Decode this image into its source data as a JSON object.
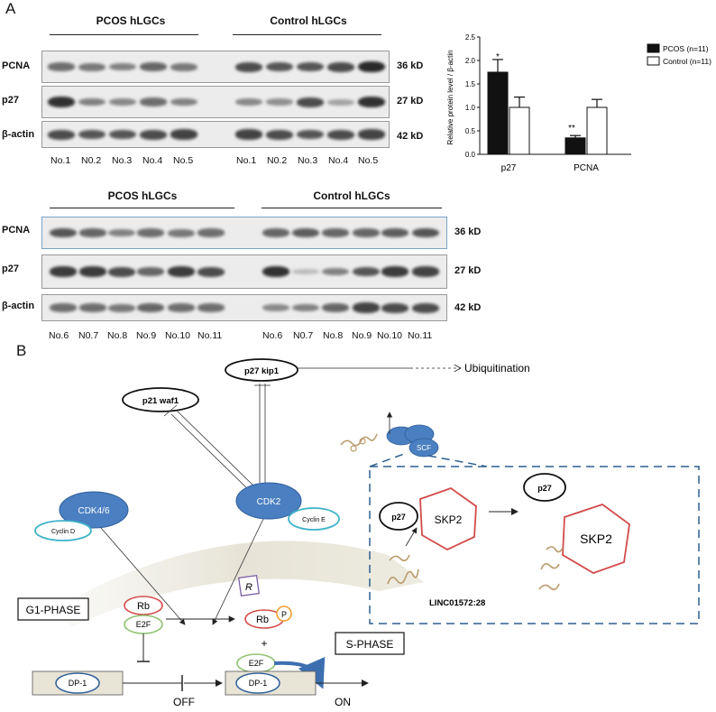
{
  "panel_a": {
    "label": "A",
    "blot_top": {
      "group_left": "PCOS hLGCs",
      "group_right": "Control hLGCs",
      "rows": [
        {
          "protein": "PCNA",
          "kd": "36 kD"
        },
        {
          "protein": "p27",
          "kd": "27 kD"
        },
        {
          "protein": "β-actin",
          "kd": "42 kD"
        }
      ],
      "lanes_left": [
        "No.1",
        "N0.2",
        "No.3",
        "No.4",
        "No.5"
      ],
      "lanes_right": [
        "No.1",
        "N0.2",
        "No.3",
        "No.4",
        "No.5"
      ],
      "band_levels": {
        "PCNA": [
          0.55,
          0.5,
          0.45,
          0.6,
          0.5,
          0.75,
          0.7,
          0.7,
          0.75,
          0.95
        ],
        "p27": [
          0.9,
          0.45,
          0.4,
          0.55,
          0.45,
          0.4,
          0.35,
          0.75,
          0.25,
          0.9
        ],
        "β-actin": [
          0.75,
          0.7,
          0.7,
          0.75,
          0.8,
          0.8,
          0.75,
          0.7,
          0.75,
          0.8
        ]
      }
    },
    "blot_bottom": {
      "group_left": "PCOS hLGCs",
      "group_right": "Control hLGCs",
      "rows": [
        {
          "protein": "PCNA",
          "kd": "36 kD"
        },
        {
          "protein": "p27",
          "kd": "27 kD"
        },
        {
          "protein": "β-actin",
          "kd": "42 kD"
        }
      ],
      "lanes_left": [
        "No.6",
        "N0.7",
        "No.8",
        "No.9",
        "No.10",
        "No.11"
      ],
      "lanes_right": [
        "No.6",
        "N0.7",
        "No.8",
        "No.9",
        "No.10",
        "No.11"
      ],
      "band_levels": {
        "PCNA": [
          0.7,
          0.6,
          0.45,
          0.55,
          0.5,
          0.55,
          0.6,
          0.65,
          0.6,
          0.6,
          0.65,
          0.7
        ],
        "p27": [
          0.85,
          0.85,
          0.75,
          0.6,
          0.85,
          0.75,
          0.9,
          0.1,
          0.45,
          0.7,
          0.85,
          0.8
        ],
        "β-actin": [
          0.55,
          0.55,
          0.5,
          0.6,
          0.55,
          0.55,
          0.4,
          0.45,
          0.6,
          0.8,
          0.75,
          0.75
        ]
      }
    }
  },
  "chart_data": {
    "type": "bar",
    "categories": [
      "p27",
      "PCNA"
    ],
    "series": [
      {
        "name": "PCOS (n=11)",
        "values": [
          1.75,
          0.35
        ],
        "errors": [
          0.27,
          0.05
        ],
        "color": "#111111"
      },
      {
        "name": "Control (n=11)",
        "values": [
          1.0,
          1.0
        ],
        "errors": [
          0.22,
          0.17
        ],
        "color": "#ffffff"
      }
    ],
    "annotations": [
      "*",
      "**"
    ],
    "ylabel": "Relative protein level / β-actin",
    "ylim": [
      0,
      2.5
    ],
    "yticks": [
      "0.0",
      "0.5",
      "1.0",
      "1.5",
      "2.0",
      "2.5"
    ],
    "legend_position": "right"
  },
  "panel_b": {
    "label": "B",
    "nodes": {
      "p27kip1": "p27 kip1",
      "p21waf1": "p21 waf1",
      "ubiquitination": "Ubiquitination",
      "scf": "SCF",
      "cdk46": "CDK4/6",
      "cyclin_d": "Cyclin D",
      "cdk2": "CDK2",
      "cyclin_e": "Cyclin E",
      "r_box": "R",
      "p27_a": "p27",
      "skp2_a": "SKP2",
      "p27_b": "p27",
      "skp2_b": "SKP2",
      "linc": "LINC01572:28",
      "g1": "G1-PHASE",
      "s": "S-PHASE",
      "rb_a": "Rb",
      "e2f_a": "E2F",
      "rb_b": "Rb",
      "p_mark": "P",
      "plus": "+",
      "e2f_b": "E2F",
      "dp1_a": "DP-1",
      "dp1_b": "DP-1",
      "off": "OFF",
      "on": "ON"
    },
    "colors": {
      "blue": "#4a7fc1",
      "red": "#d44a4a",
      "green": "#8dc26f",
      "teal": "#3fb3c9",
      "orange": "#f0a030"
    }
  }
}
